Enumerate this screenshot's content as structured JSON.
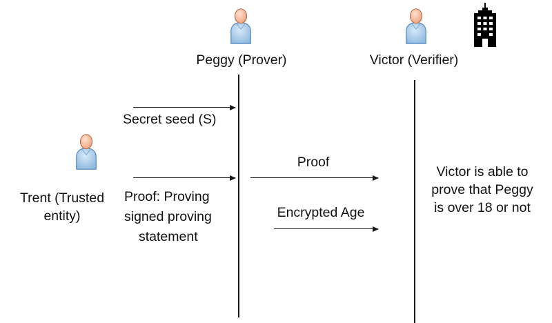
{
  "actors": {
    "peggy": {
      "label": "Peggy (Prover)",
      "icon": "person-icon"
    },
    "victor": {
      "label": "Victor (Verifier)",
      "icon": "person-icon",
      "building_icon": "building-icon"
    },
    "trent": {
      "label_lines": [
        "Trent (Trusted",
        "entity)"
      ],
      "icon": "person-icon"
    }
  },
  "messages": {
    "secret_seed": "Secret seed (S)",
    "proof_statement_lines": [
      "Proof: Proving",
      "signed proving",
      "statement"
    ],
    "proof": "Proof",
    "encrypted_age": "Encrypted Age"
  },
  "outcome": {
    "lines": [
      "Victor is able to",
      "prove that Peggy",
      "is over 18 or not"
    ]
  },
  "colors": {
    "person_body": "#a9cbea",
    "person_body_edge": "#4f83bd",
    "person_head": "#f4b89b",
    "person_head_edge": "#b7734f",
    "building": "#000000",
    "lines": "#1a1a1a"
  }
}
